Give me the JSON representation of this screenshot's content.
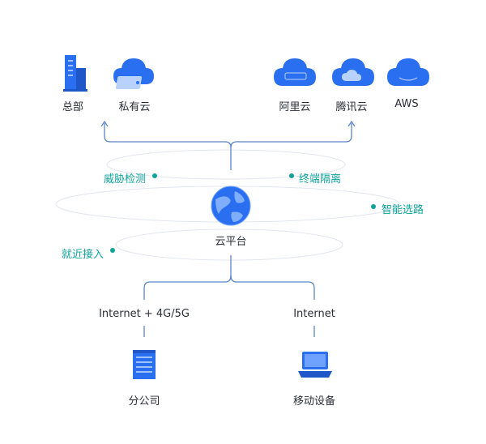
{
  "top": {
    "hq": "总部",
    "private_cloud": "私有云",
    "aliyun": "阿里云",
    "tencent": "腾讯云",
    "aws": "AWS"
  },
  "center": {
    "label": "云平台"
  },
  "features": {
    "threat_detection": "威胁检测",
    "endpoint_isolation": "终端隔离",
    "smart_routing": "智能选路",
    "nearby_access": "就近接入"
  },
  "links": {
    "left": "Internet + 4G/5G",
    "right": "Internet"
  },
  "bottom": {
    "branch": "分公司",
    "mobile": "移动设备"
  },
  "colors": {
    "accent": "#2a6ff0",
    "feature": "#0fa39a",
    "line": "#5a86c8"
  }
}
